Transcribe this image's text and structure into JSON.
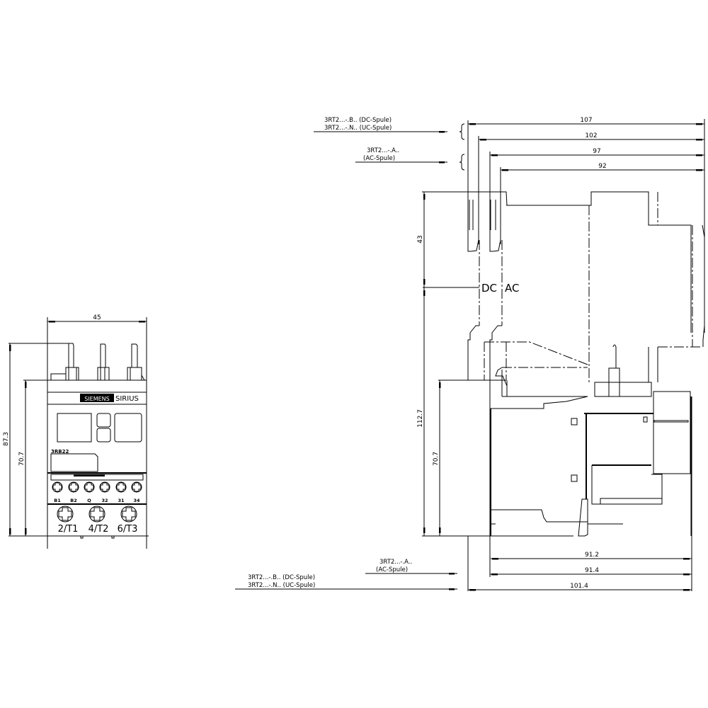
{
  "front_view": {
    "width_dim": "45",
    "height_overall_dim": "87.3",
    "height_body_dim": "70.7",
    "brand_logo": "SIEMENS",
    "product_name": "SIRIUS",
    "type_label": "3RB22",
    "aux_terminals": [
      "B1",
      "B2",
      "Q",
      "32",
      "31",
      "34"
    ],
    "main_terminals": [
      "2/T1",
      "4/T2",
      "6/T3"
    ]
  },
  "side_view": {
    "top_labels": {
      "dc_uc": [
        "3RT2...-.B.. (DC-Spule)",
        "3RT2...-.N.. (UC-Spule)"
      ],
      "ac": [
        "3RT2...-.A..",
        "(AC-Spule)"
      ]
    },
    "top_dims": [
      "107",
      "102",
      "97",
      "92"
    ],
    "vertical_dims": {
      "upper": "43",
      "total": "112.7",
      "body": "70.7"
    },
    "coil_marker": {
      "dc": "DC",
      "ac": "AC"
    },
    "bottom_labels": {
      "ac": [
        "3RT2...-.A..",
        "(AC-Spule)"
      ],
      "dc_uc": [
        "3RT2...-.B.. (DC-Spule)",
        "3RT2...-.N.. (UC-Spule)"
      ]
    },
    "bottom_dims": [
      "91.2",
      "91.4",
      "101.4"
    ]
  }
}
